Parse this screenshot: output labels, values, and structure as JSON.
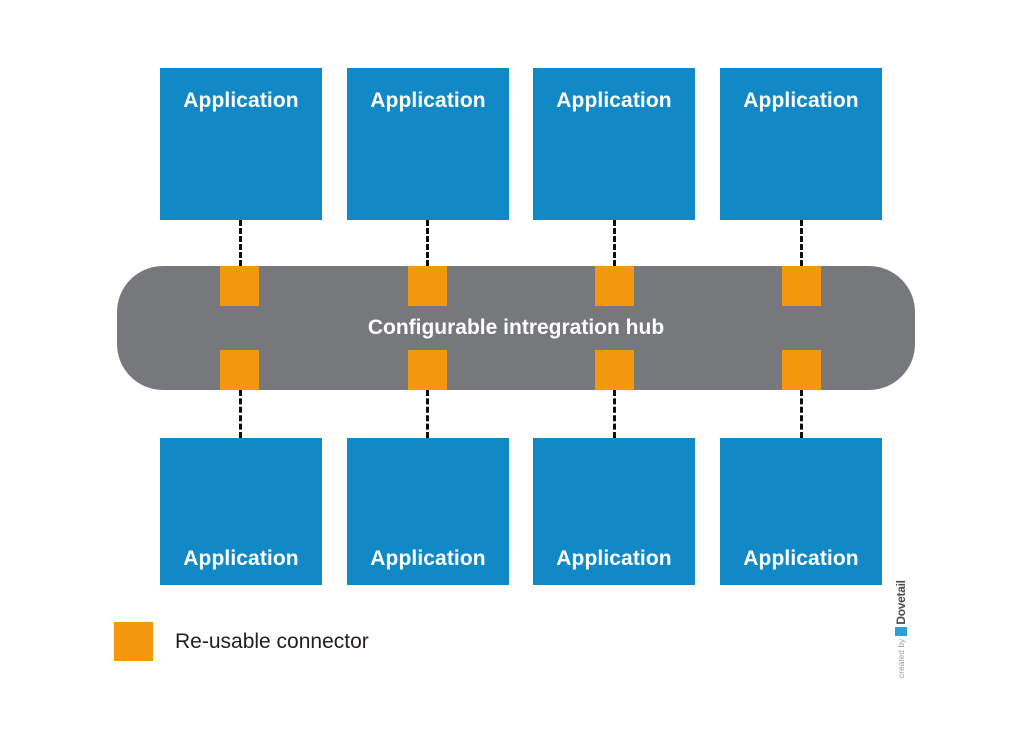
{
  "diagram": {
    "title": "Configurable intregration hub",
    "colors": {
      "application": "#1089c6",
      "hub": "#77787b",
      "connector": "#f3970d",
      "connection_line": "#0d0d0d",
      "background": "#ffffff",
      "legend_text": "#231f20"
    },
    "top_applications": [
      {
        "label": "Application"
      },
      {
        "label": "Application"
      },
      {
        "label": "Application"
      },
      {
        "label": "Application"
      }
    ],
    "bottom_applications": [
      {
        "label": "Application"
      },
      {
        "label": "Application"
      },
      {
        "label": "Application"
      },
      {
        "label": "Application"
      }
    ],
    "top_connectors": [
      {
        "name": "connector-top-1"
      },
      {
        "name": "connector-top-2"
      },
      {
        "name": "connector-top-3"
      },
      {
        "name": "connector-top-4"
      }
    ],
    "bottom_connectors": [
      {
        "name": "connector-bottom-1"
      },
      {
        "name": "connector-bottom-2"
      },
      {
        "name": "connector-bottom-3"
      },
      {
        "name": "connector-bottom-4"
      }
    ]
  },
  "legend": {
    "label": "Re-usable connector",
    "swatch_color": "#f3970d"
  },
  "watermark": {
    "created_by": "created by",
    "brand": "Dovetail"
  }
}
